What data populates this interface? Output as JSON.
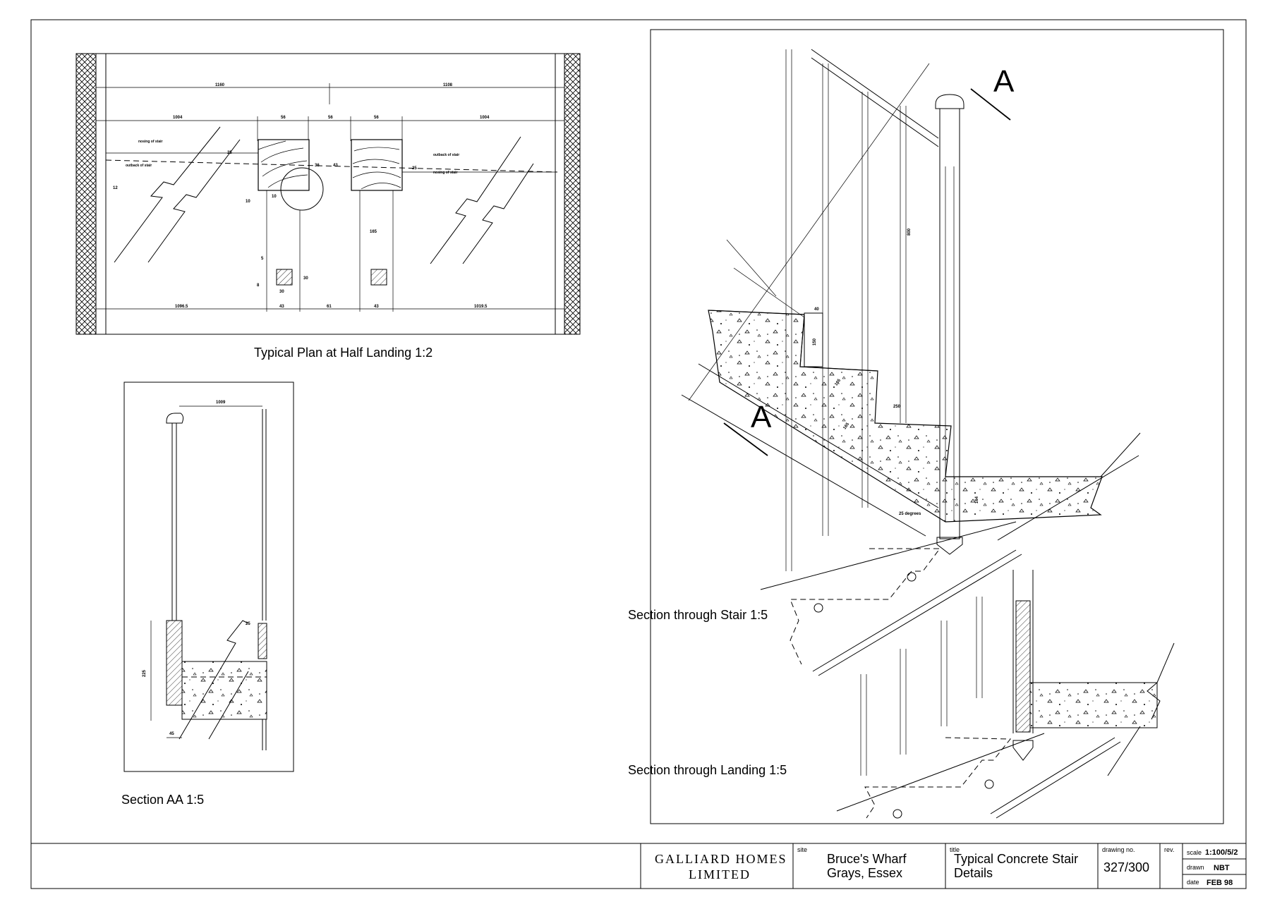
{
  "drawing": {
    "plan_title": "Typical Plan at Half Landing 1:2",
    "section_aa_title": "Section AA  1:5",
    "section_stair_title": "Section through Stair  1:5",
    "section_landing_title": "Section through Landing  1:5",
    "section_marker_top": "A",
    "section_marker_bottom": "A"
  },
  "plan_dims": {
    "top_left": "1160",
    "top_right": "1108",
    "row2": [
      "1004",
      "56",
      "56",
      "56",
      "1004"
    ],
    "bottom": [
      "1096.5",
      "43",
      "61",
      "43",
      "1019.5"
    ],
    "misc": [
      "12",
      "25",
      "43",
      "36",
      "10",
      "10",
      "25",
      "165",
      "5",
      "30",
      "30",
      "8"
    ],
    "notes": [
      "nosing of stair",
      "outback of stair",
      "outback of stair",
      "nosing of stair"
    ]
  },
  "section_aa_dims": [
    "1009",
    "25",
    "225",
    "45"
  ],
  "stair_dims": [
    "800",
    "40",
    "150",
    "250",
    "25 degrees",
    "164",
    "165",
    "165"
  ],
  "title_block": {
    "company_line1": "GALLIARD  HOMES",
    "company_line2": "LIMITED",
    "site_label": "site",
    "site_line1": "Bruce's Wharf",
    "site_line2": "Grays, Essex",
    "title_label": "title",
    "title_line1": "Typical Concrete Stair",
    "title_line2": "Details",
    "drawing_no_label": "drawing  no.",
    "drawing_no": "327/300",
    "rev_label": "rev.",
    "scale_label": "scale",
    "scale_value": "1:100/5/2",
    "drawn_label": "drawn",
    "drawn_value": "NBT",
    "date_label": "date",
    "date_value": "FEB 98"
  }
}
